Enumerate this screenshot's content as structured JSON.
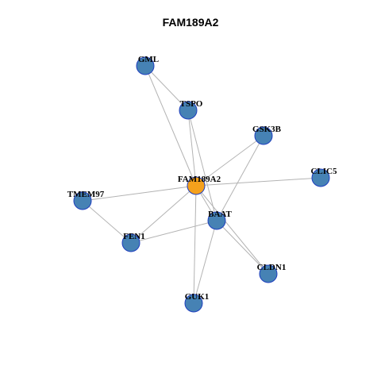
{
  "title": "FAM189A2",
  "colors": {
    "center_node": "#f5a11c",
    "node": "#4682b4",
    "node_border": "#1f3fbf",
    "edge": "#b3b3b3"
  },
  "nodes": [
    {
      "id": "GML",
      "label": "GML",
      "role": "neighbor"
    },
    {
      "id": "TSPO",
      "label": "TSPO",
      "role": "neighbor"
    },
    {
      "id": "GSK3B",
      "label": "GSK3B",
      "role": "neighbor"
    },
    {
      "id": "CLIC5",
      "label": "CLIC5",
      "role": "neighbor"
    },
    {
      "id": "FAM189A2",
      "label": "FAM189A2",
      "role": "center"
    },
    {
      "id": "TMEM97",
      "label": "TMEM97",
      "role": "neighbor"
    },
    {
      "id": "BAAT",
      "label": "BAAT",
      "role": "neighbor"
    },
    {
      "id": "FEN1",
      "label": "FEN1",
      "role": "neighbor"
    },
    {
      "id": "CLDN1",
      "label": "CLDN1",
      "role": "neighbor"
    },
    {
      "id": "GUK1",
      "label": "GUK1",
      "role": "neighbor"
    }
  ],
  "edges": [
    [
      "GML",
      "TSPO"
    ],
    [
      "GML",
      "FAM189A2"
    ],
    [
      "TSPO",
      "FAM189A2"
    ],
    [
      "TSPO",
      "BAAT"
    ],
    [
      "GSK3B",
      "FAM189A2"
    ],
    [
      "GSK3B",
      "BAAT"
    ],
    [
      "CLIC5",
      "FAM189A2"
    ],
    [
      "TMEM97",
      "FAM189A2"
    ],
    [
      "TMEM97",
      "FEN1"
    ],
    [
      "FEN1",
      "FAM189A2"
    ],
    [
      "FEN1",
      "BAAT"
    ],
    [
      "FAM189A2",
      "BAAT"
    ],
    [
      "FAM189A2",
      "CLDN1"
    ],
    [
      "FAM189A2",
      "GUK1"
    ],
    [
      "BAAT",
      "CLDN1"
    ],
    [
      "BAAT",
      "GUK1"
    ]
  ]
}
